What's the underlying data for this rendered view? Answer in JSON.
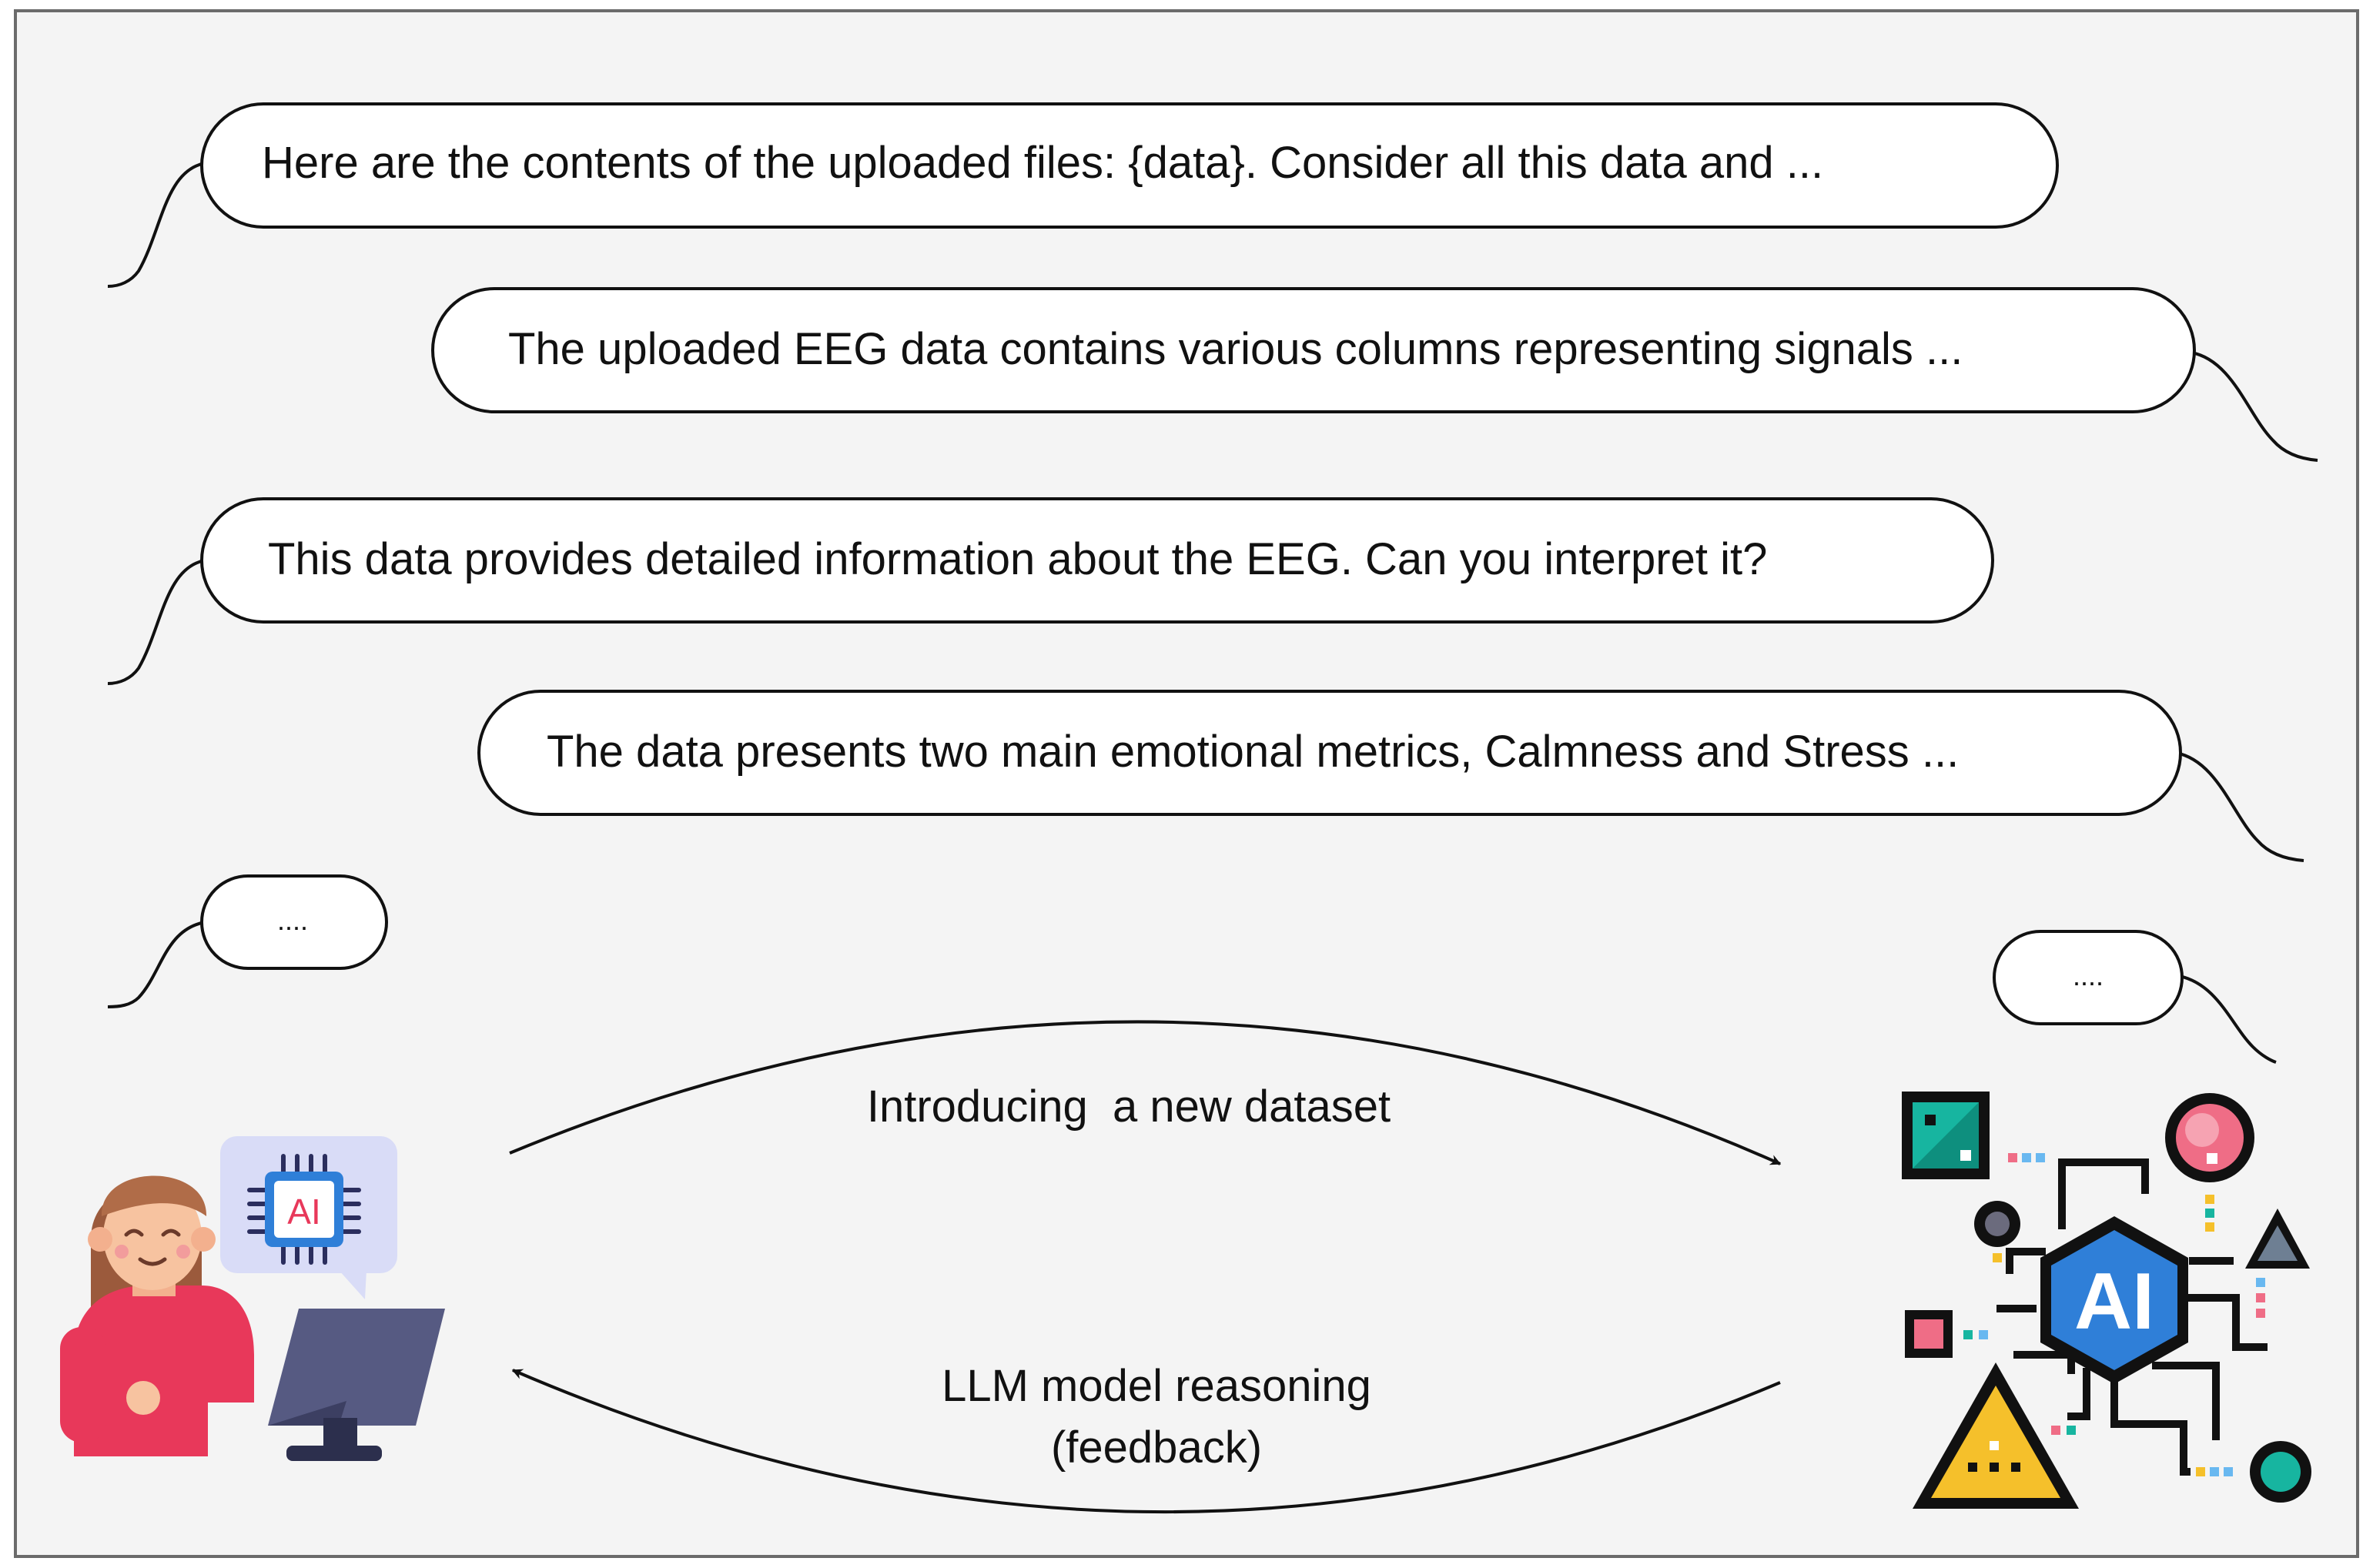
{
  "messages": [
    {
      "speaker": "user",
      "text": "Here are the contents of the uploaded files: {data}. Consider all this data and ..."
    },
    {
      "speaker": "ai",
      "text": "The uploaded EEG data contains various columns representing signals ..."
    },
    {
      "speaker": "user",
      "text": "This data provides detailed information about the EEG. Can you interpret it?"
    },
    {
      "speaker": "ai",
      "text": "The data presents two main emotional metrics, Calmness and Stress ..."
    },
    {
      "speaker": "user",
      "text": "...."
    },
    {
      "speaker": "ai",
      "text": "...."
    }
  ],
  "flow": {
    "to_model": "Introducing  a new dataset",
    "to_user_line1": "LLM model reasoning",
    "to_user_line2": "(feedback)"
  },
  "icons": {
    "user": "woman-at-computer-with-ai-chip-bubble-icon",
    "model": "ai-chip-network-icon",
    "chip_label": "AI"
  },
  "colors": {
    "background": "#f4f4f4",
    "border": "#6b6b6b",
    "user_shirt": "#e8385a",
    "monitor": "#565a82",
    "chip_blue": "#2f7fd8",
    "teal": "#17b5a0",
    "pink": "#ef6d86",
    "yellow": "#f5c02b"
  }
}
